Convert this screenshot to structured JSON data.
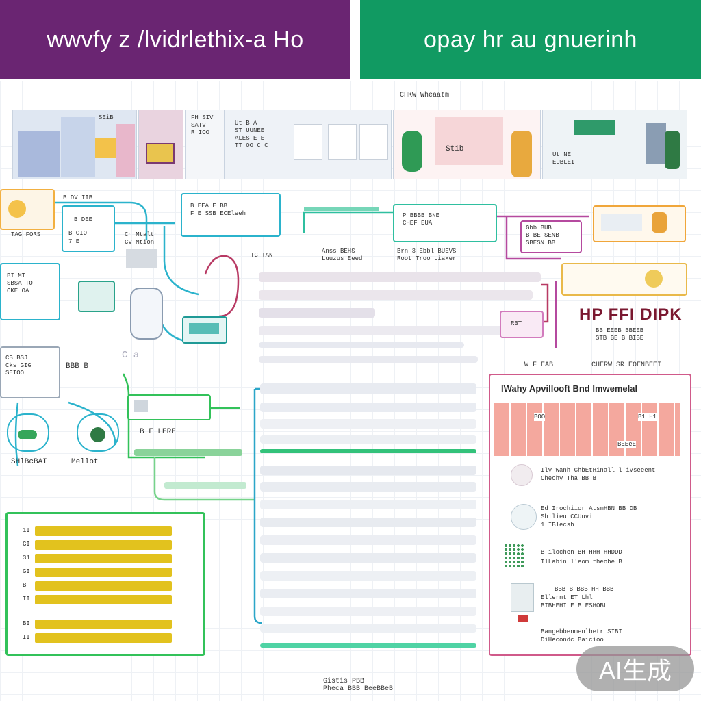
{
  "header": {
    "left_title": "wwvfy z /lvidrlethix-a Ho",
    "right_title": "opay hr au gnuerinh",
    "left_color": "#6a2572",
    "right_color": "#119a62"
  },
  "top_label": "CHKW Wheaatm",
  "thumbs": {
    "t1_label": "SEiB",
    "t2_lines": [
      "FH SIV",
      "SATV",
      "R IOO"
    ],
    "t3_lines": [
      "Ut B A",
      "ST UUNEE",
      "ALES E E",
      "TT OO C C"
    ],
    "t4_label": "Stib",
    "t5_lines": [
      "Ut NE",
      "EUBLEI"
    ]
  },
  "left_nodes": {
    "n1": "B DV IIB",
    "n2": "B DEE",
    "n3": "TAG FORS",
    "n4": [
      "BI MT",
      "SBSA TO",
      "CKE OA"
    ],
    "n5": [
      "CB BSJ",
      "Cks GIG",
      "SEIOO"
    ],
    "n6": [
      "Ch Mtalth",
      "CV Mtion"
    ],
    "n7": [
      "B GIO",
      "7 E"
    ],
    "n8": "SHlBcBAI",
    "n9": "Mellot"
  },
  "mid_nodes": {
    "a1": [
      "B EEA E BB",
      "F E SSB ECEleeh"
    ],
    "a2": "TG TAN",
    "a3": [
      "Anss BEHS",
      "Luuzus Eeed"
    ],
    "a4": [
      "P BBBB BNE",
      "CHEF EUA"
    ],
    "a5": [
      "Brn 3 Ebbl BUEVS",
      "Root Troo Liaxer"
    ],
    "a6": "BBB B",
    "a7": "C a",
    "a8": "B F LERE"
  },
  "right_nodes": {
    "r1": [
      "Gbb BUB",
      "B BE SENB",
      "SBESN BB"
    ],
    "r2": "RBT",
    "r3": "HP FFI DIPK",
    "r4": [
      "BB EEEB BBEEB",
      "STB BE B BIBE"
    ],
    "r5": "W F EAB",
    "r6": "CHERW SR EOENBEEI"
  },
  "panel": {
    "title": "IWahy Apvillooft  Bnd Imwemelal",
    "heat_labels": [
      "BOO",
      "B1 H1",
      "BEEeE"
    ],
    "items": [
      {
        "line1": "Ilv Wanh GhbEtHinall l'iVseeent",
        "line2": "Chechy Tha BB B"
      },
      {
        "line1": "Ed Irochiior  AtsmHBN BB DB",
        "line2": "Shilieu CCUuvi",
        "line3": "1 IBlecsh"
      },
      {
        "line1": "B ilochen  BH HHH HHDDD",
        "line2": "IlLabin l'eom theobe B"
      },
      {
        "line1": "BBB B BBB HH BBB",
        "line2": "Ellernt ET Lhl",
        "line3": "BIBHEHI E B ESHOBL"
      },
      {
        "line1": "Bangebbenmenlbetr SIBI",
        "line2": "DiHecondc Baicioo"
      }
    ]
  },
  "yellow_box": {
    "rows": [
      "1I",
      "GI",
      "31",
      "GI",
      "B",
      "II",
      "BI",
      "II"
    ]
  },
  "footer": [
    "Gistis PBB",
    "Pheca BBB BeeBBeB"
  ],
  "badge": "AI生成"
}
